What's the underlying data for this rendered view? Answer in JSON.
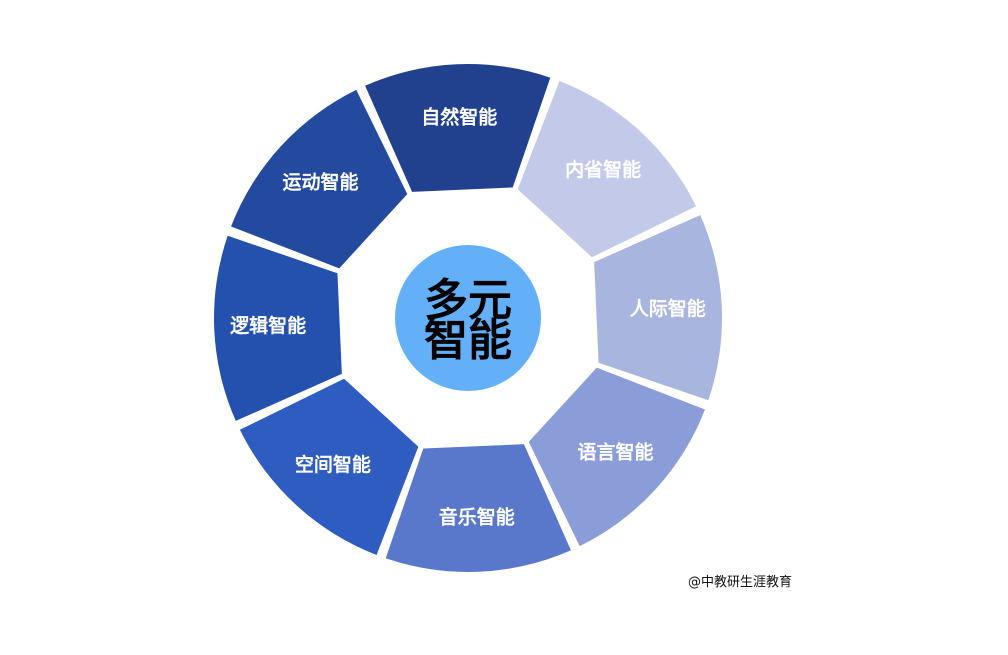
{
  "center": {
    "line1": "多元",
    "line2": "智能",
    "color": "#64b0f8"
  },
  "segments": [
    {
      "label": "自然智能",
      "color": "#21418f"
    },
    {
      "label": "内省智能",
      "color": "#c3c9e8"
    },
    {
      "label": "人际智能",
      "color": "#a8b5df"
    },
    {
      "label": "语言智能",
      "color": "#8b9dd8"
    },
    {
      "label": "音乐智能",
      "color": "#5a78cb"
    },
    {
      "label": "空间智能",
      "color": "#2e5cc0"
    },
    {
      "label": "逻辑智能",
      "color": "#2551ae"
    },
    {
      "label": "运动智能",
      "color": "#234a9e"
    }
  ],
  "credit": "@中教研生涯教育"
}
